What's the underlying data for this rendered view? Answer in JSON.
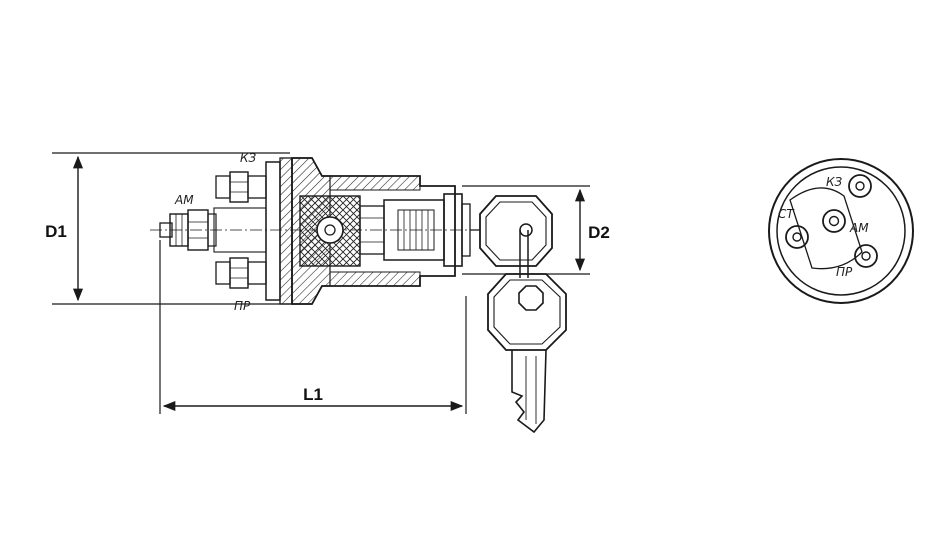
{
  "dimensions": {
    "d1": "D1",
    "d2": "D2",
    "l1": "L1"
  },
  "side_view_labels": {
    "am": "АМ",
    "kz": "КЗ",
    "pr": "ПР"
  },
  "end_view_labels": {
    "kz": "КЗ",
    "st": "СТ",
    "am": "АМ",
    "pr": "ПР"
  },
  "colors": {
    "ink": "#1a1a1a",
    "background": "#ffffff"
  }
}
